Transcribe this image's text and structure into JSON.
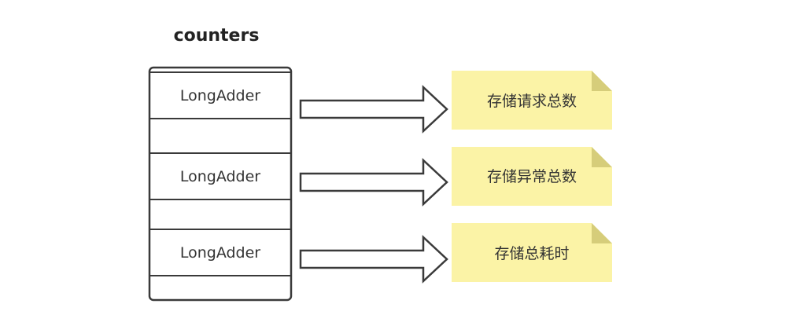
{
  "diagram": {
    "title": "counters",
    "slots": [
      {
        "label": "LongAdder",
        "note": "存储请求总数"
      },
      {
        "label": "LongAdder",
        "note": "存储异常总数"
      },
      {
        "label": "LongAdder",
        "note": "存储总耗时"
      }
    ],
    "colors": {
      "note_fill": "#fbf3a6",
      "note_fold": "#d6cd7a",
      "outline": "#3a3a3a",
      "slot_fill": "#ffffff",
      "arrow_fill": "#ffffff"
    }
  }
}
